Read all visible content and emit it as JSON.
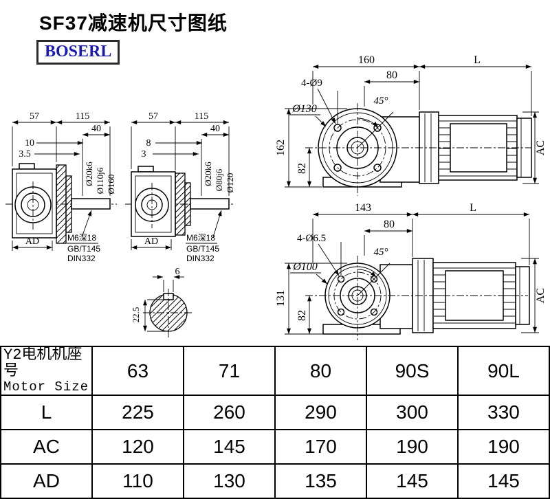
{
  "page": {
    "title": "SF37减速机尺寸图纸",
    "brand": "BOSERL"
  },
  "drawings": {
    "side_large": {
      "w57": "57",
      "w115": "115",
      "w40": "40",
      "w10": "10",
      "w35": "3.5",
      "d20": "Ø20k6",
      "d110": "Ø110j6",
      "d160": "Ø160",
      "ad": "AD",
      "note1": "M6深18",
      "note2": "GB/T145",
      "note3": "DIN332"
    },
    "side_small": {
      "w57": "57",
      "w115": "115",
      "w40": "40",
      "w8": "8",
      "w3": "3",
      "d20": "Ø20k6",
      "d80": "Ø80j6",
      "d120": "Ø120",
      "ad": "AD",
      "note1": "M6深18",
      "note2": "GB/T145",
      "note3": "DIN332"
    },
    "front_large": {
      "w160": "160",
      "wL": "L",
      "w80": "80",
      "holes": "4-Ø9",
      "angle": "45°",
      "dia": "Ø130",
      "h162": "162",
      "h82": "82",
      "ac": "AC"
    },
    "front_small": {
      "w143": "143",
      "wL": "L",
      "w80": "80",
      "holes": "4-Ø6.5",
      "angle": "45°",
      "dia": "Ø100",
      "h131": "131",
      "h82": "82",
      "ac": "AC"
    },
    "shaft_section": {
      "w6": "6",
      "h225": "22.5"
    }
  },
  "table": {
    "header_cn": "Y2电机机座号",
    "header_en": "Motor Size",
    "sizes": [
      "63",
      "71",
      "80",
      "90S",
      "90L"
    ],
    "rows": [
      {
        "label": "L",
        "values": [
          "225",
          "260",
          "290",
          "300",
          "330"
        ]
      },
      {
        "label": "AC",
        "values": [
          "120",
          "145",
          "170",
          "190",
          "190"
        ]
      },
      {
        "label": "AD",
        "values": [
          "110",
          "130",
          "135",
          "145",
          "145"
        ]
      }
    ]
  }
}
